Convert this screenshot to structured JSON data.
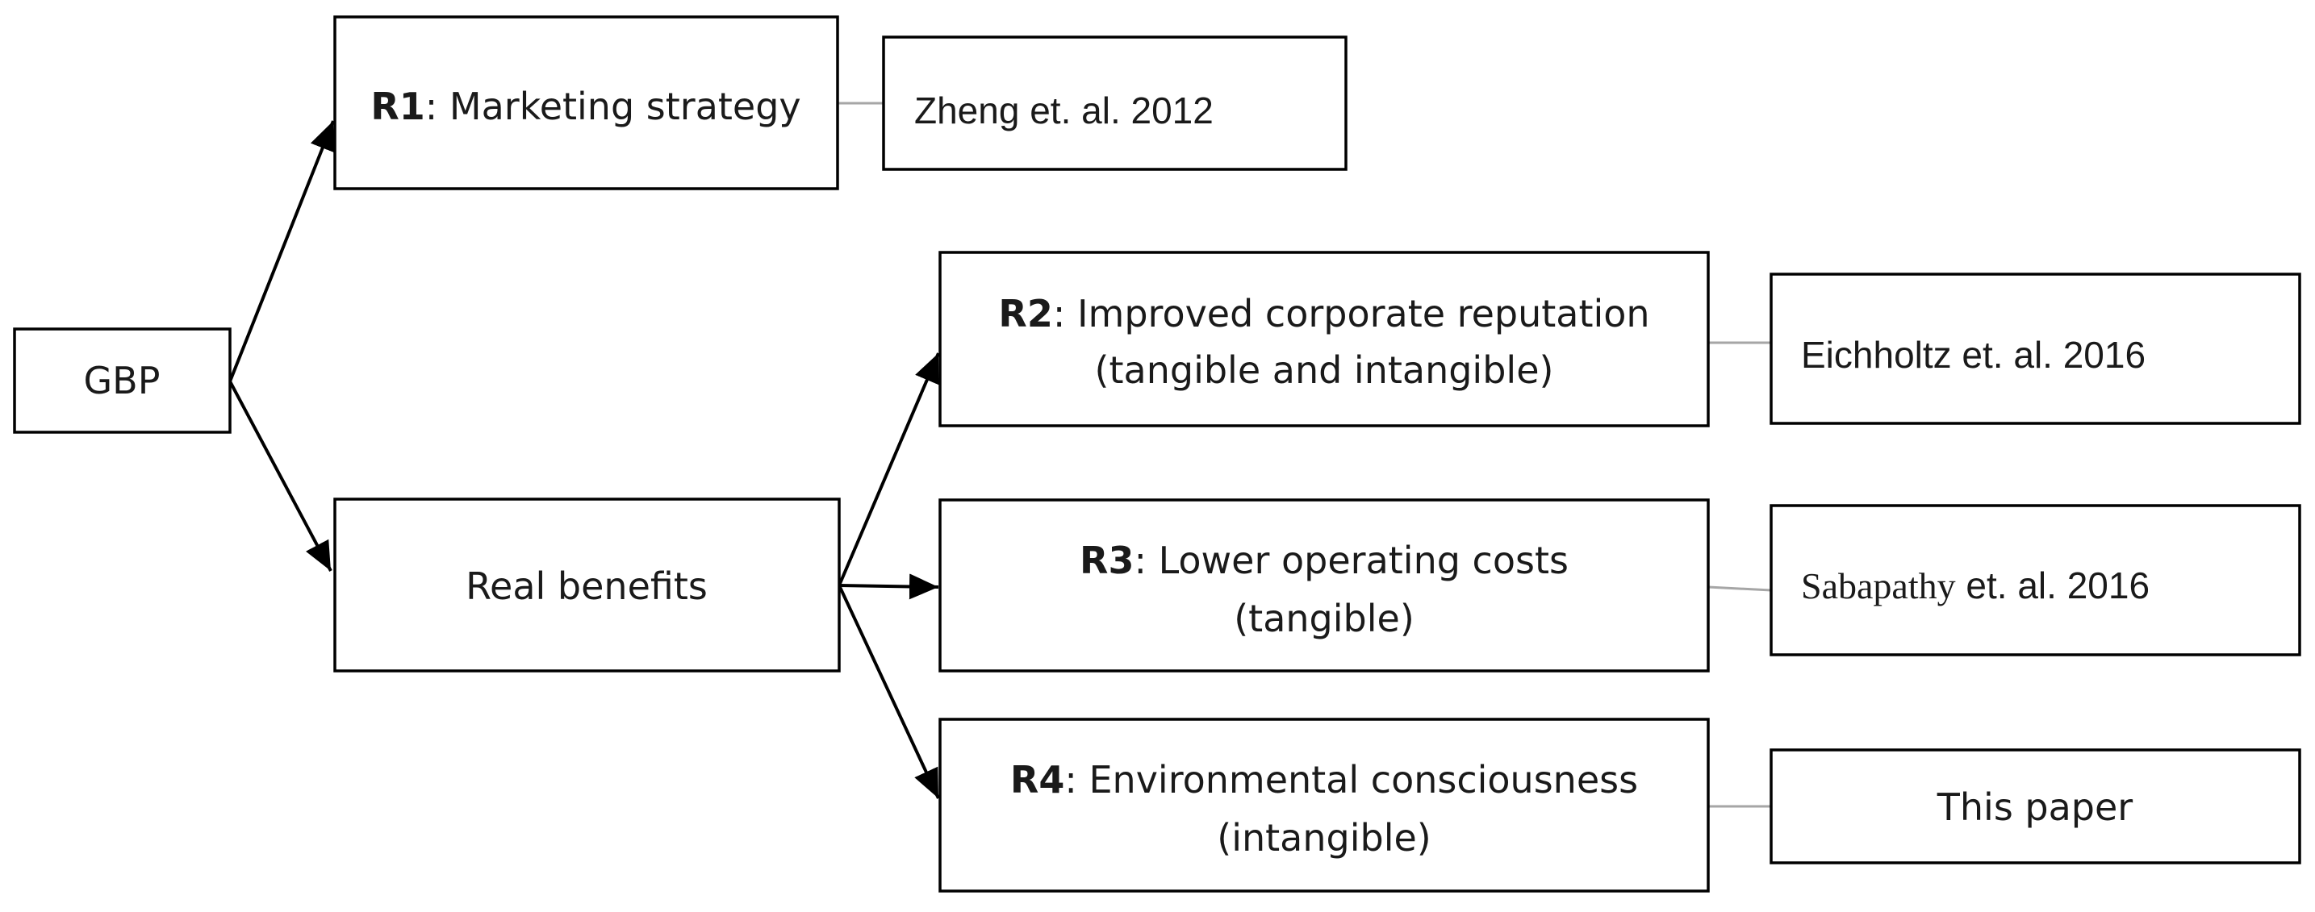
{
  "nodes": {
    "gbp": {
      "label": "GBP"
    },
    "real_benefits": {
      "label": "Real benefits"
    },
    "r1": {
      "id": "R1",
      "label": ": Marketing strategy"
    },
    "r2": {
      "id": "R2",
      "label": ": Improved corporate reputation",
      "sub": "(tangible and intangible)"
    },
    "r3": {
      "id": "R3",
      "label": ": Lower operating costs",
      "sub": "(tangible)"
    },
    "r4": {
      "id": "R4",
      "label": ": Environmental consciousness",
      "sub": "(intangible)"
    }
  },
  "references": {
    "r1": "Zheng et. al. 2012",
    "r2": "Eichholtz et. al. 2016",
    "r3_name": "Sabapathy",
    "r3_rest": " et. al. 2016",
    "r4": "This paper"
  },
  "colors": {
    "box_stroke": "#000000",
    "arrow": "#000000",
    "connector": "#a6a6a6",
    "text": "#1a1a1a"
  }
}
